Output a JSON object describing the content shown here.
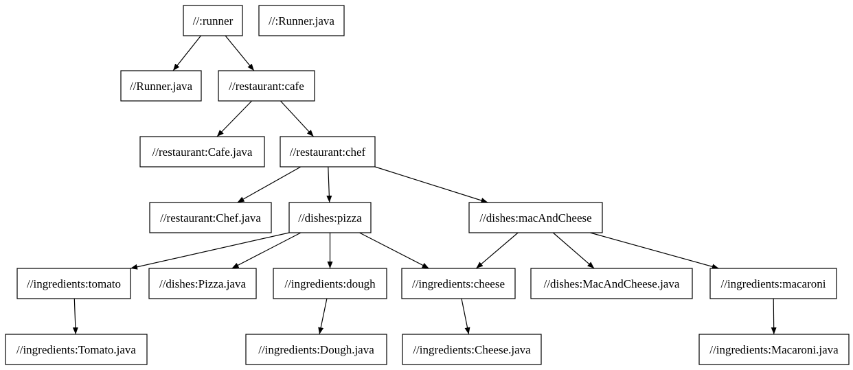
{
  "diagram": {
    "type": "dependency-graph",
    "background": "#ffffff",
    "node_fill": "#ffffff",
    "node_border_color": "#000000",
    "edge_color": "#000000",
    "text_color": "#000000",
    "nodes": [
      {
        "id": "runner",
        "label": "//:runner"
      },
      {
        "id": "runner_src_isolated",
        "label": "//:Runner.java"
      },
      {
        "id": "runner_java",
        "label": "//Runner.java"
      },
      {
        "id": "cafe",
        "label": "//restaurant:cafe"
      },
      {
        "id": "cafe_java",
        "label": "//restaurant:Cafe.java"
      },
      {
        "id": "chef",
        "label": "//restaurant:chef"
      },
      {
        "id": "chef_java",
        "label": "//restaurant:Chef.java"
      },
      {
        "id": "pizza",
        "label": "//dishes:pizza"
      },
      {
        "id": "mac_and_cheese",
        "label": "//dishes:macAndCheese"
      },
      {
        "id": "tomato",
        "label": "//ingredients:tomato"
      },
      {
        "id": "pizza_java",
        "label": "//dishes:Pizza.java"
      },
      {
        "id": "dough",
        "label": "//ingredients:dough"
      },
      {
        "id": "cheese",
        "label": "//ingredients:cheese"
      },
      {
        "id": "mac_and_cheese_java",
        "label": "//dishes:MacAndCheese.java"
      },
      {
        "id": "macaroni",
        "label": "//ingredients:macaroni"
      },
      {
        "id": "tomato_java",
        "label": "//ingredients:Tomato.java"
      },
      {
        "id": "dough_java",
        "label": "//ingredients:Dough.java"
      },
      {
        "id": "cheese_java",
        "label": "//ingredients:Cheese.java"
      },
      {
        "id": "macaroni_java",
        "label": "//ingredients:Macaroni.java"
      }
    ],
    "edges": [
      {
        "from": "runner",
        "to": "runner_java"
      },
      {
        "from": "runner",
        "to": "cafe"
      },
      {
        "from": "cafe",
        "to": "cafe_java"
      },
      {
        "from": "cafe",
        "to": "chef"
      },
      {
        "from": "chef",
        "to": "chef_java"
      },
      {
        "from": "chef",
        "to": "pizza"
      },
      {
        "from": "chef",
        "to": "mac_and_cheese"
      },
      {
        "from": "pizza",
        "to": "tomato"
      },
      {
        "from": "pizza",
        "to": "pizza_java"
      },
      {
        "from": "pizza",
        "to": "dough"
      },
      {
        "from": "pizza",
        "to": "cheese"
      },
      {
        "from": "mac_and_cheese",
        "to": "cheese"
      },
      {
        "from": "mac_and_cheese",
        "to": "mac_and_cheese_java"
      },
      {
        "from": "mac_and_cheese",
        "to": "macaroni"
      },
      {
        "from": "tomato",
        "to": "tomato_java"
      },
      {
        "from": "dough",
        "to": "dough_java"
      },
      {
        "from": "cheese",
        "to": "cheese_java"
      },
      {
        "from": "macaroni",
        "to": "macaroni_java"
      }
    ]
  }
}
